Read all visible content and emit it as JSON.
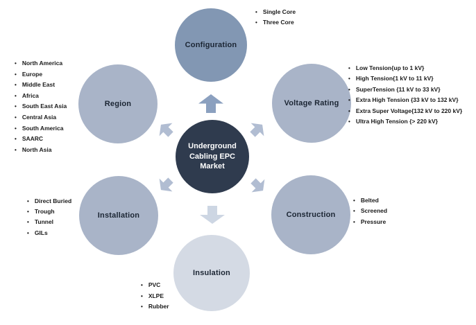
{
  "diagram": {
    "center": {
      "label": "Underground Cabling EPC Market"
    },
    "nodes": [
      {
        "id": "configuration",
        "label": "Configuration",
        "items": [
          "Single Core",
          "Three Core"
        ]
      },
      {
        "id": "voltage-rating",
        "label": "Voltage Rating",
        "items": [
          "Low Tension{up to 1 kV}",
          "High Tension{1 kV to 11 kV}",
          "SuperTension {11 kV to 33 kV}",
          "Extra High Tension {33 kV to 132 kV}",
          "Extra Super Voltage{132 kV to 220 kV}",
          "Ultra High Tension {> 220 kV}"
        ]
      },
      {
        "id": "region",
        "label": "Region",
        "items": [
          "North America",
          "Europe",
          "Middle East",
          "Africa",
          "South East Asia",
          "Central Asia",
          "South America",
          "SAARC",
          "North Asia"
        ]
      },
      {
        "id": "installation",
        "label": "Installation",
        "items": [
          "Direct Buried",
          "Trough",
          "Tunnel",
          "GILs"
        ]
      },
      {
        "id": "construction",
        "label": "Construction",
        "items": [
          "Belted",
          "Screened",
          "Pressure"
        ]
      },
      {
        "id": "insulation",
        "label": "Insulation",
        "items": [
          "PVC",
          "XLPE",
          "Rubber"
        ]
      }
    ],
    "bullet_glyph": "•",
    "colors": {
      "center_circle": "#2f3b4e",
      "configuration_circle": "#8297b3",
      "satellite_circle": "#a9b4c8",
      "insulation_circle": "#d4dae4",
      "arrow_up": "#8ba0bf",
      "arrow_diagonal": "#b1bdd2",
      "arrow_down": "#cdd6e3",
      "bullet_text": "#1a1a1a",
      "center_text": "#ffffff"
    }
  }
}
